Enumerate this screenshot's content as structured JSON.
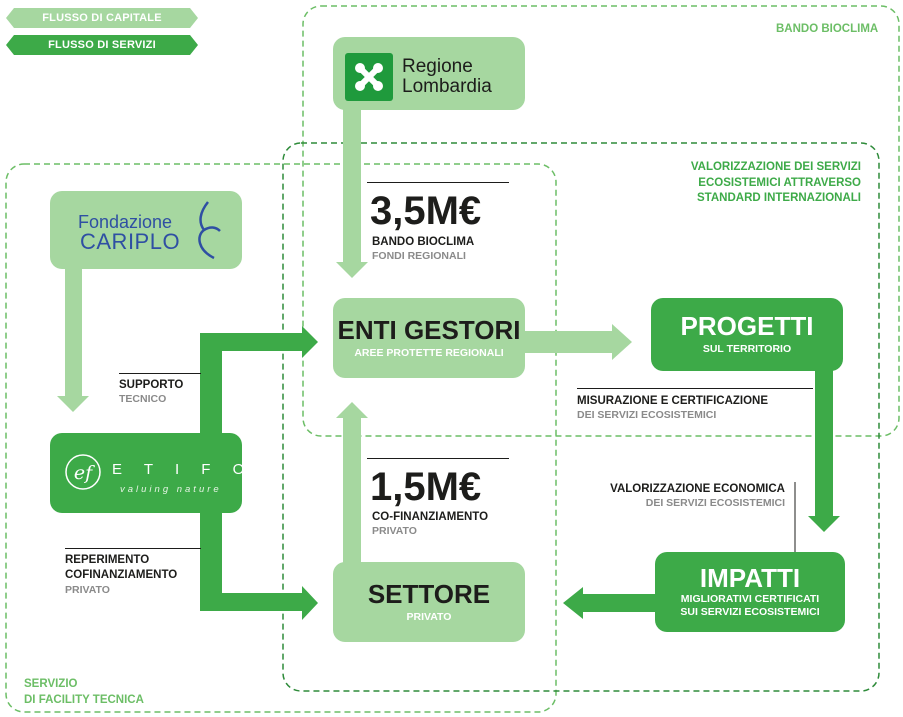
{
  "legend": {
    "capital_flow": "FLUSSO DI CAPITALE",
    "services_flow": "FLUSSO DI SERVIZI"
  },
  "regions": {
    "bando_bioclima": "BANDO BIOCLIMA",
    "valorizzazione": "VALORIZZAZIONE DEI SERVIZI\nECOSISTEMICI ATTRAVERSO\nSTANDARD INTERNAZIONALI",
    "facility": "SERVIZIO\nDI FACILITY TECNICA"
  },
  "logos": {
    "regione_lombardia": "Regione\nLombardia",
    "fondazione": "Fondazione",
    "cariplo": "CARIPLO",
    "etifor_name": "E T I F O R",
    "etifor_tagline": "valuing nature"
  },
  "nodes": {
    "enti_gestori": {
      "title": "ENTI GESTORI",
      "subtitle": "AREE PROTETTE REGIONALI"
    },
    "progetti": {
      "title": "PROGETTI",
      "subtitle": "SUL TERRITORIO"
    },
    "settore": {
      "title": "SETTORE",
      "subtitle": "PRIVATO"
    },
    "impatti": {
      "title": "IMPATTI",
      "subtitle": "MIGLIORATIVI CERTIFICATI\nSUI SERVIZI ECOSISTEMICI"
    }
  },
  "funding": {
    "bioclima_amount": "3,5M€",
    "bioclima_label": "BANDO BIOCLIMA",
    "bioclima_source": "FONDI REGIONALI",
    "private_amount": "1,5M€",
    "private_label": "CO-FINANZIAMENTO",
    "private_source": "PRIVATO"
  },
  "annotations": {
    "supporto": "SUPPORTO",
    "supporto_sub": "TECNICO",
    "reperimento": "REPERIMENTO\nCOFINANZIAMENTO",
    "reperimento_sub": "PRIVATO",
    "misurazione": "MISURAZIONE E CERTIFICAZIONE",
    "misurazione_sub": "DEI SERVIZI ECOSISTEMICI",
    "valorizzazione_econ": "VALORIZZAZIONE ECONOMICA",
    "valorizzazione_econ_sub": "DEI SERVIZI ECOSISTEMICI"
  },
  "colors": {
    "light_green": "#a6d7a0",
    "dark_green": "#3daa48",
    "dashed_green": "#6cbe66",
    "text_dark": "#1d1d1b",
    "text_grey": "#8a8a8a",
    "cariplo_blue": "#2f4fa3"
  }
}
